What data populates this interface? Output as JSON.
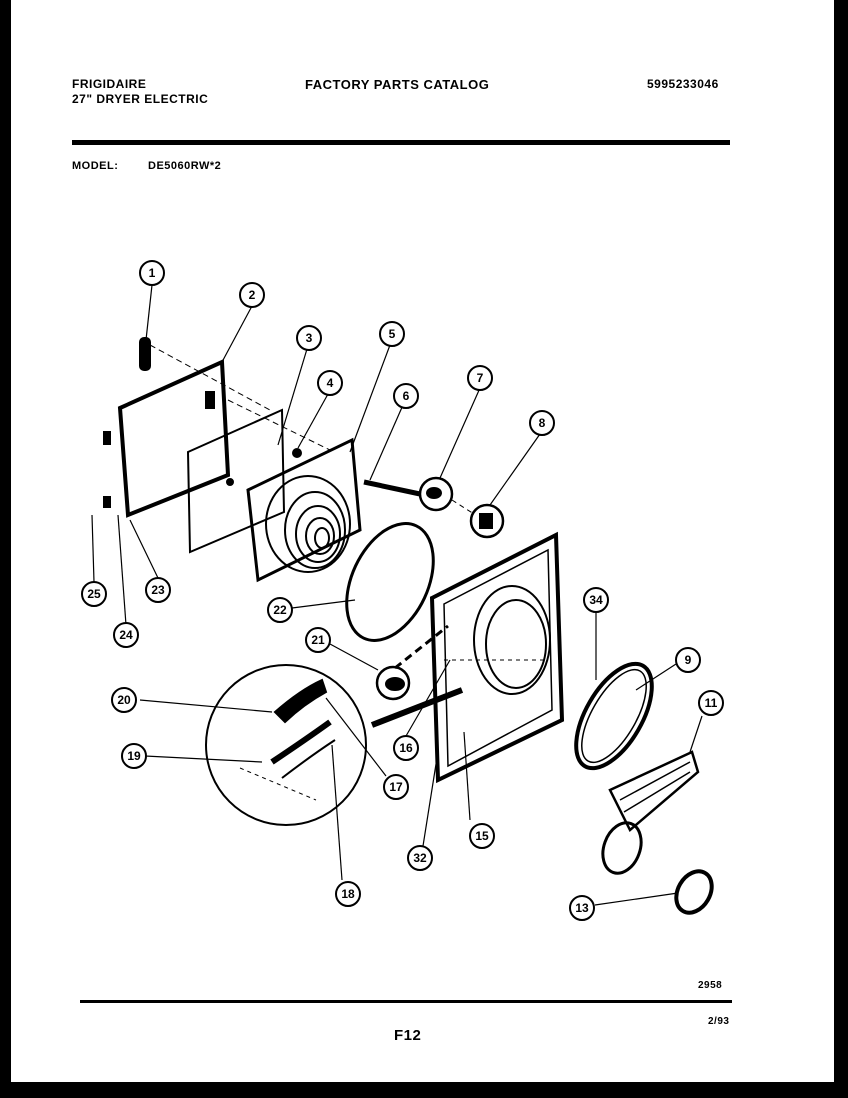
{
  "header": {
    "brand": "FRIGIDAIRE",
    "subtitle": "27\" DRYER ELECTRIC",
    "catalog_title": "FACTORY PARTS CATALOG",
    "catalog_number": "5995233046",
    "model_label": "MODEL:",
    "model_value": "DE5060RW*2"
  },
  "callouts": [
    "1",
    "2",
    "3",
    "4",
    "5",
    "6",
    "7",
    "8",
    "9",
    "11",
    "13",
    "15",
    "16",
    "17",
    "18",
    "19",
    "20",
    "21",
    "22",
    "23",
    "24",
    "25",
    "32",
    "34"
  ],
  "footer": {
    "drawing_number": "2958",
    "page_id": "F12",
    "date": "2/93"
  }
}
